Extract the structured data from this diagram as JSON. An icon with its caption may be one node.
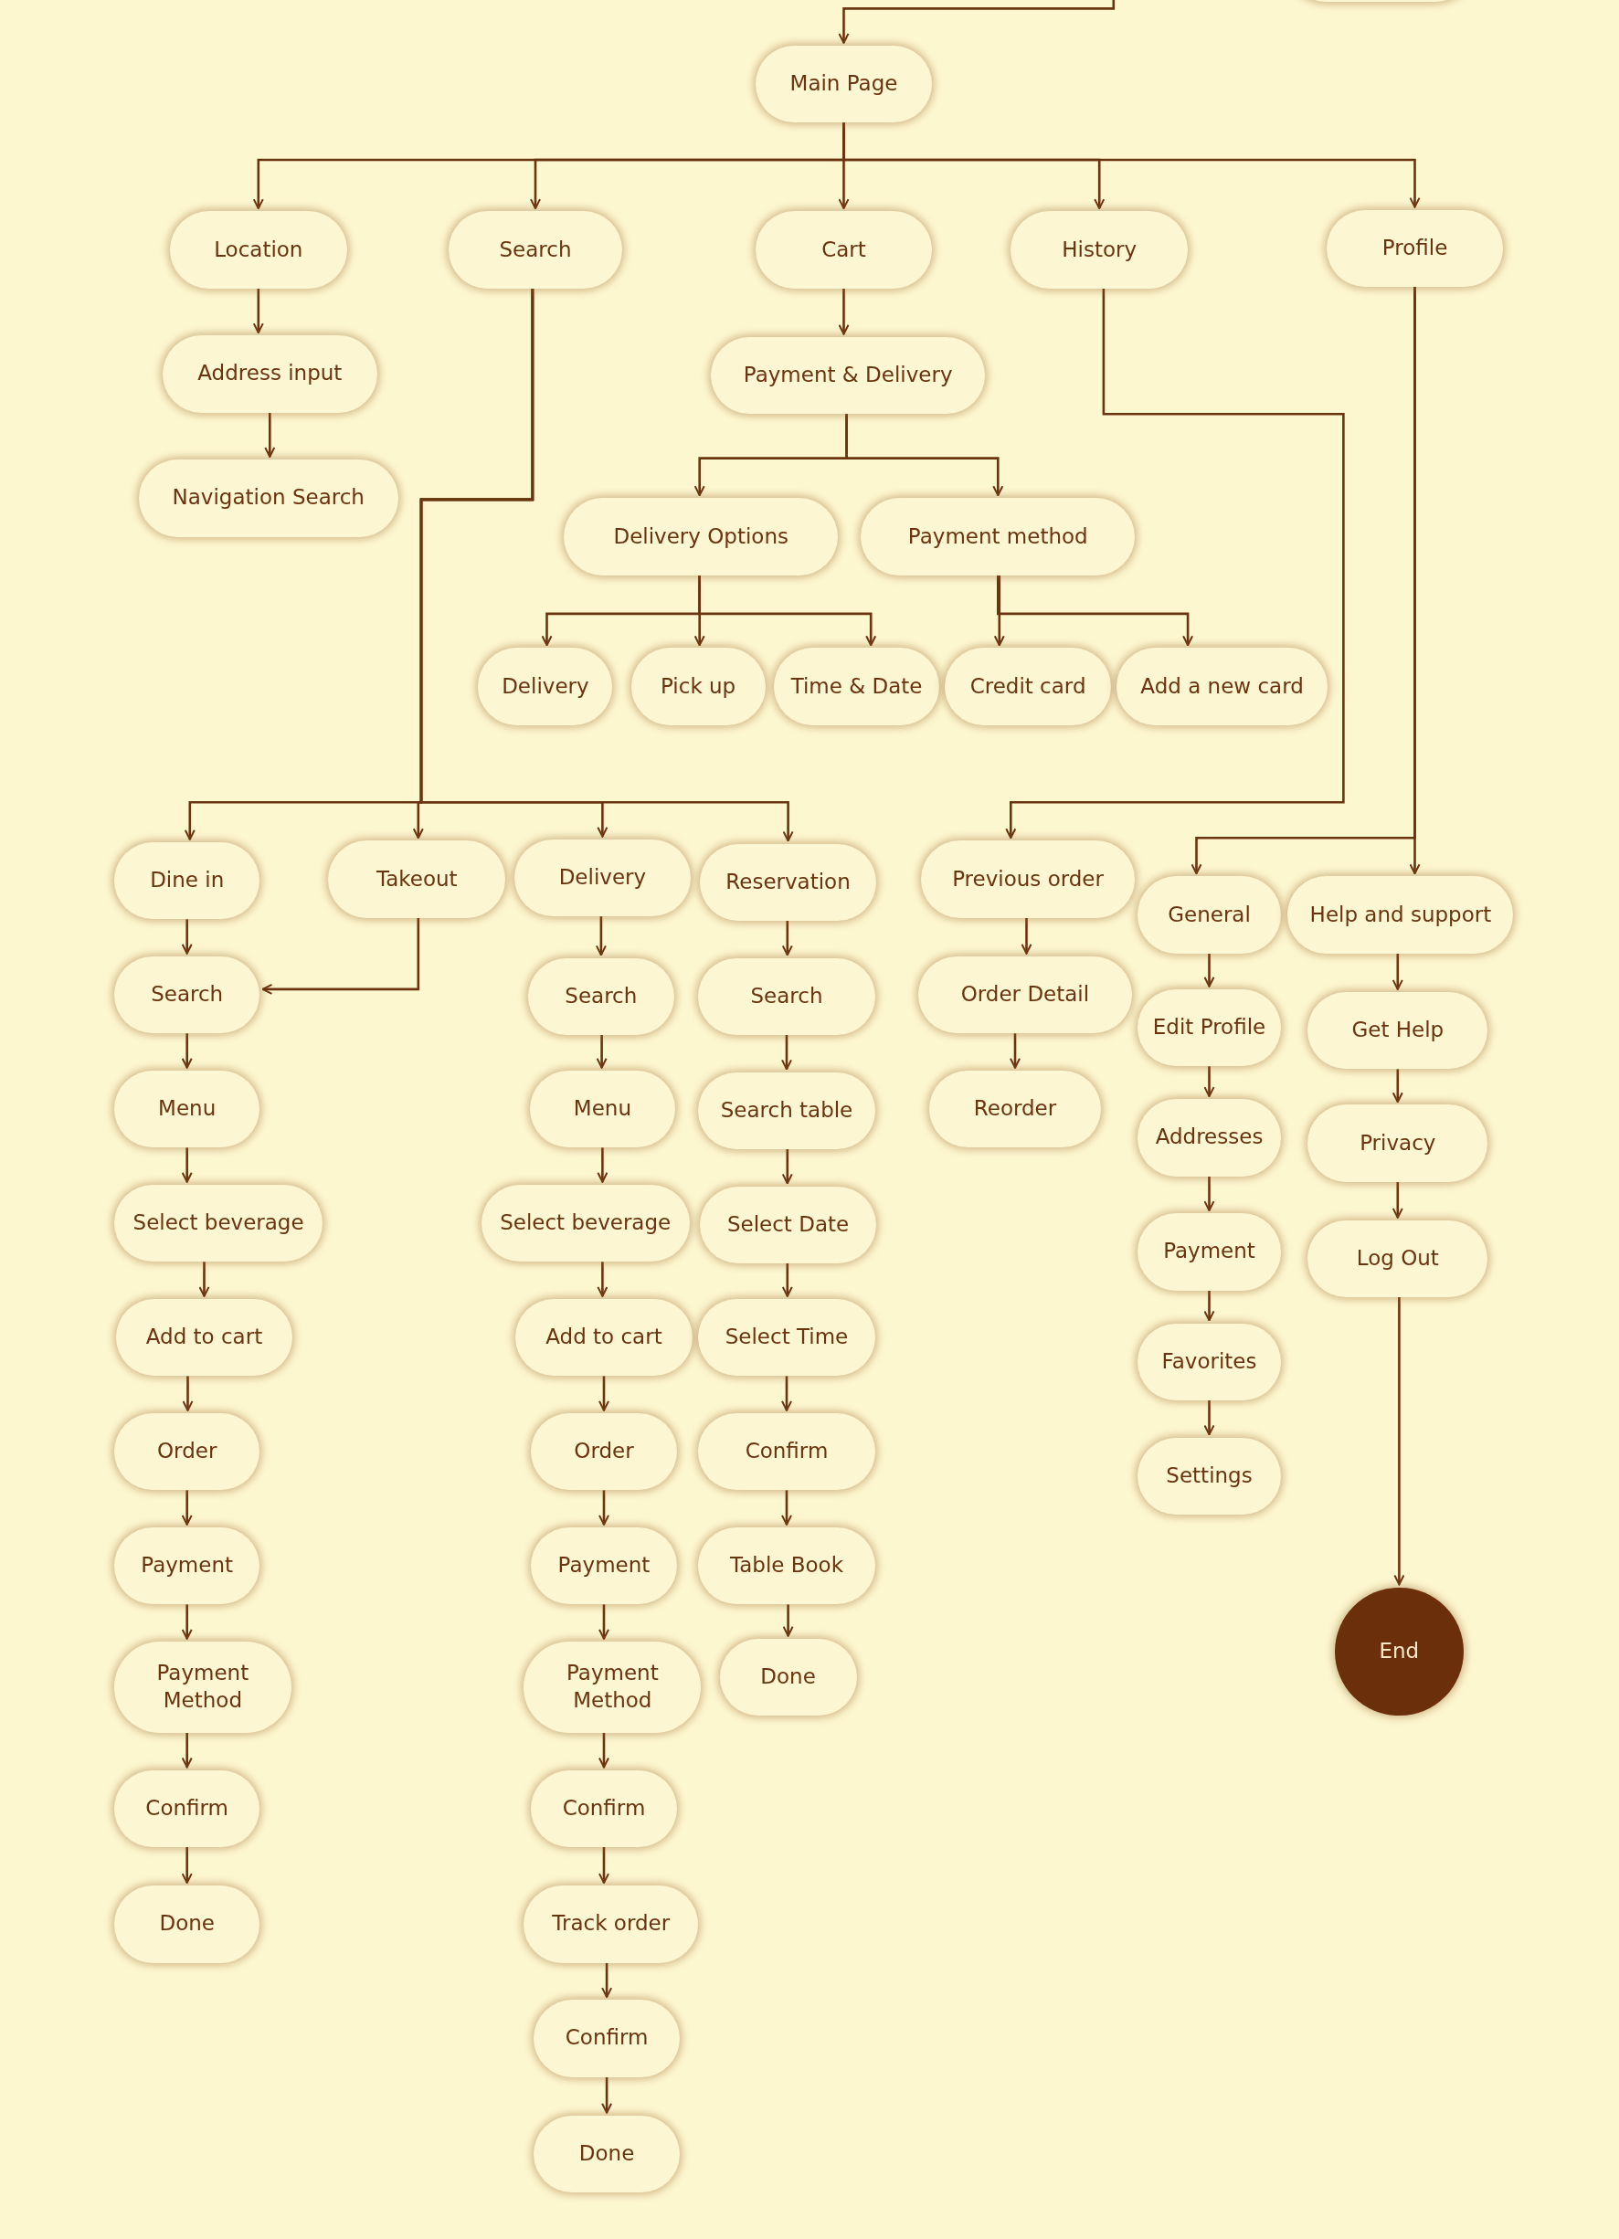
{
  "diagram": {
    "nodes": [
      {
        "text": [
          "Main Page"
        ]
      },
      {
        "text": [
          "Location"
        ]
      },
      {
        "text": [
          "Search"
        ]
      },
      {
        "text": [
          "Cart"
        ]
      },
      {
        "text": [
          "History"
        ]
      },
      {
        "text": [
          "Profile"
        ]
      },
      {
        "text": [
          "Address input"
        ]
      },
      {
        "text": [
          "Navigation Search"
        ]
      },
      {
        "text": [
          "Payment & Delivery"
        ]
      },
      {
        "text": [
          "Delivery Options"
        ]
      },
      {
        "text": [
          "Payment method"
        ]
      },
      {
        "text": [
          "Delivery"
        ]
      },
      {
        "text": [
          "Pick up"
        ]
      },
      {
        "text": [
          "Time & Date"
        ]
      },
      {
        "text": [
          "Credit card"
        ]
      },
      {
        "text": [
          "Add a new card"
        ]
      },
      {
        "text": [
          "Dine in"
        ]
      },
      {
        "text": [
          "Takeout"
        ]
      },
      {
        "text": [
          "Delivery"
        ]
      },
      {
        "text": [
          "Reservation"
        ]
      },
      {
        "text": [
          "Previous order"
        ]
      },
      {
        "text": [
          "General"
        ]
      },
      {
        "text": [
          "Help and support"
        ]
      },
      {
        "text": [
          "Search"
        ]
      },
      {
        "text": [
          "Menu"
        ]
      },
      {
        "text": [
          "Select beverage"
        ]
      },
      {
        "text": [
          "Add to cart"
        ]
      },
      {
        "text": [
          "Order"
        ]
      },
      {
        "text": [
          "Payment"
        ]
      },
      {
        "text": [
          "Payment Method"
        ]
      },
      {
        "text": [
          "Confirm"
        ]
      },
      {
        "text": [
          "Done"
        ]
      },
      {
        "text": [
          "Search"
        ]
      },
      {
        "text": [
          "Menu"
        ]
      },
      {
        "text": [
          "Select beverage"
        ]
      },
      {
        "text": [
          "Add to cart"
        ]
      },
      {
        "text": [
          "Order"
        ]
      },
      {
        "text": [
          "Payment"
        ]
      },
      {
        "text": [
          "Payment Method"
        ]
      },
      {
        "text": [
          "Confirm"
        ]
      },
      {
        "text": [
          "Track order"
        ]
      },
      {
        "text": [
          "Confirm"
        ]
      },
      {
        "text": [
          "Done"
        ]
      },
      {
        "text": [
          "Search"
        ]
      },
      {
        "text": [
          "Search table"
        ]
      },
      {
        "text": [
          "Select Date"
        ]
      },
      {
        "text": [
          "Select Time"
        ]
      },
      {
        "text": [
          "Confirm"
        ]
      },
      {
        "text": [
          "Table Book"
        ]
      },
      {
        "text": [
          "Done"
        ]
      },
      {
        "text": [
          "Order Detail"
        ]
      },
      {
        "text": [
          "Reorder"
        ]
      },
      {
        "text": [
          "Edit Profile"
        ]
      },
      {
        "text": [
          "Addresses"
        ]
      },
      {
        "text": [
          "Payment"
        ]
      },
      {
        "text": [
          "Favorites"
        ]
      },
      {
        "text": [
          "Settings"
        ]
      },
      {
        "text": [
          "Get Help"
        ]
      },
      {
        "text": [
          "Privacy"
        ]
      },
      {
        "text": [
          "Log Out"
        ]
      },
      {
        "text": [
          "End"
        ]
      },
      {
        "text": [],
        "shape": "box"
      }
    ],
    "edges": [
      {
        "from": null,
        "to": 0,
        "arrow": "to"
      },
      {
        "from": 0,
        "to": 1,
        "arrow": "to"
      },
      {
        "from": 0,
        "to": 2,
        "arrow": "to"
      },
      {
        "from": 0,
        "to": 3,
        "arrow": "to"
      },
      {
        "from": 0,
        "to": 4,
        "arrow": "to"
      },
      {
        "from": 0,
        "to": 5,
        "arrow": "to"
      },
      {
        "from": 1,
        "to": 6,
        "arrow": "to"
      },
      {
        "from": 6,
        "to": 7,
        "arrow": "to"
      },
      {
        "from": 3,
        "to": 8,
        "arrow": "to"
      },
      {
        "from": 8,
        "to": 9,
        "arrow": "to"
      },
      {
        "from": 8,
        "to": 10,
        "arrow": "to"
      },
      {
        "from": 9,
        "to": 11,
        "arrow": "to"
      },
      {
        "from": 9,
        "to": 12,
        "arrow": "to"
      },
      {
        "from": 9,
        "to": 13,
        "arrow": "to"
      },
      {
        "from": 10,
        "to": 14,
        "arrow": "to"
      },
      {
        "from": 10,
        "to": 15,
        "arrow": "to"
      },
      {
        "from": 2,
        "to": 16,
        "arrow": "to"
      },
      {
        "from": 2,
        "to": 17,
        "arrow": "to"
      },
      {
        "from": 2,
        "to": 18,
        "arrow": "to"
      },
      {
        "from": 2,
        "to": 19,
        "arrow": "to"
      },
      {
        "from": 4,
        "to": 20,
        "arrow": "to"
      },
      {
        "from": 5,
        "to": 21,
        "arrow": "to"
      },
      {
        "from": 5,
        "to": 22,
        "arrow": "to"
      },
      {
        "from": 16,
        "to": 23,
        "arrow": "to"
      },
      {
        "from": 17,
        "to": 23,
        "arrow": "to"
      },
      {
        "from": 23,
        "to": 24,
        "arrow": "to"
      },
      {
        "from": 24,
        "to": 25,
        "arrow": "to"
      },
      {
        "from": 25,
        "to": 26,
        "arrow": "to"
      },
      {
        "from": 26,
        "to": 27,
        "arrow": "to"
      },
      {
        "from": 27,
        "to": 28,
        "arrow": "to"
      },
      {
        "from": 28,
        "to": 29,
        "arrow": "to"
      },
      {
        "from": 29,
        "to": 30,
        "arrow": "to"
      },
      {
        "from": 30,
        "to": 31,
        "arrow": "to"
      },
      {
        "from": 18,
        "to": 32,
        "arrow": "to"
      },
      {
        "from": 32,
        "to": 33,
        "arrow": "to"
      },
      {
        "from": 33,
        "to": 34,
        "arrow": "to"
      },
      {
        "from": 34,
        "to": 35,
        "arrow": "to"
      },
      {
        "from": 35,
        "to": 36,
        "arrow": "to"
      },
      {
        "from": 36,
        "to": 37,
        "arrow": "to"
      },
      {
        "from": 37,
        "to": 38,
        "arrow": "to"
      },
      {
        "from": 38,
        "to": 39,
        "arrow": "to"
      },
      {
        "from": 39,
        "to": 40,
        "arrow": "to"
      },
      {
        "from": 40,
        "to": 41,
        "arrow": "to"
      },
      {
        "from": 41,
        "to": 42,
        "arrow": "to"
      },
      {
        "from": 19,
        "to": 43,
        "arrow": "to"
      },
      {
        "from": 43,
        "to": 44,
        "arrow": "to"
      },
      {
        "from": 44,
        "to": 45,
        "arrow": "to"
      },
      {
        "from": 45,
        "to": 46,
        "arrow": "to"
      },
      {
        "from": 46,
        "to": 47,
        "arrow": "to"
      },
      {
        "from": 47,
        "to": 48,
        "arrow": "to"
      },
      {
        "from": 48,
        "to": 49,
        "arrow": "to"
      },
      {
        "from": 20,
        "to": 50,
        "arrow": "to"
      },
      {
        "from": 50,
        "to": 51,
        "arrow": "to"
      },
      {
        "from": 21,
        "to": 52,
        "arrow": "to"
      },
      {
        "from": 52,
        "to": 53,
        "arrow": "to"
      },
      {
        "from": 53,
        "to": 54,
        "arrow": "to"
      },
      {
        "from": 54,
        "to": 55,
        "arrow": "to"
      },
      {
        "from": 55,
        "to": 56,
        "arrow": "to"
      },
      {
        "from": 22,
        "to": 57,
        "arrow": "to"
      },
      {
        "from": 57,
        "to": 58,
        "arrow": "to"
      },
      {
        "from": 58,
        "to": 59,
        "arrow": "to"
      },
      {
        "from": 59,
        "to": 60,
        "arrow": "to"
      }
    ]
  }
}
